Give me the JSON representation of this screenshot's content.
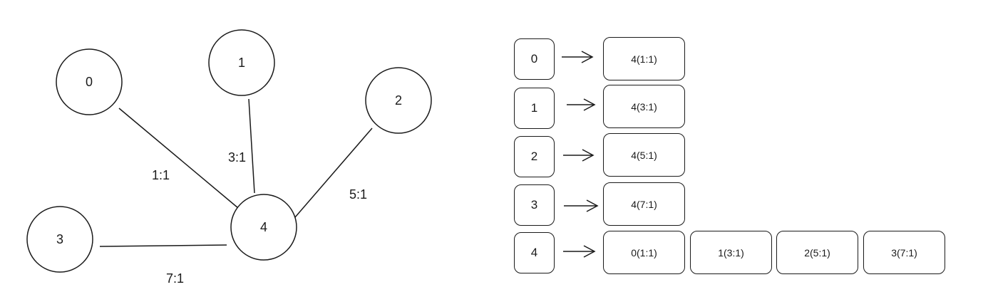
{
  "graph": {
    "nodes": [
      {
        "id": "0",
        "label": "0"
      },
      {
        "id": "1",
        "label": "1"
      },
      {
        "id": "2",
        "label": "2"
      },
      {
        "id": "3",
        "label": "3"
      },
      {
        "id": "4",
        "label": "4"
      }
    ],
    "edges": [
      {
        "from": "0",
        "to": "4",
        "label": "1:1"
      },
      {
        "from": "1",
        "to": "4",
        "label": "3:1"
      },
      {
        "from": "2",
        "to": "4",
        "label": "5:1"
      },
      {
        "from": "3",
        "to": "4",
        "label": "7:1"
      }
    ]
  },
  "adjacency_list": [
    {
      "vertex": "0",
      "neighbors": [
        "4(1:1)"
      ]
    },
    {
      "vertex": "1",
      "neighbors": [
        "4(3:1)"
      ]
    },
    {
      "vertex": "2",
      "neighbors": [
        "4(5:1)"
      ]
    },
    {
      "vertex": "3",
      "neighbors": [
        "4(7:1)"
      ]
    },
    {
      "vertex": "4",
      "neighbors": [
        "0(1:1)",
        "1(3:1)",
        "2(5:1)",
        "3(7:1)"
      ]
    }
  ]
}
